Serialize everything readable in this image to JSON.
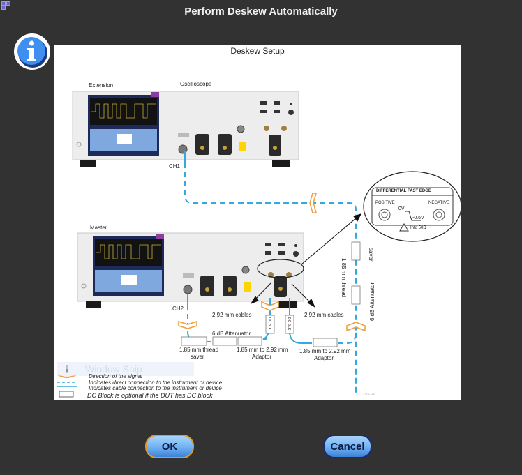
{
  "window": {
    "title": "Perform Deskew Automatically",
    "corner_icon": "window-control-glyph"
  },
  "info_icon": {
    "name": "info-icon",
    "glyph": "i",
    "color": "#3f8ff0"
  },
  "diagram": {
    "title": "Deskew Setup",
    "labels": {
      "extension": "Extension",
      "oscilloscope": "Oscilloscope",
      "master": "Master",
      "ch1": "CH1",
      "ch2": "CH2",
      "cables_left": "2.92 mm cables",
      "cables_right": "2.92 mm cables",
      "attenuator_bottom": "6 dB Attenuator",
      "thread_saver_bottom_1": "1.85 mm thread",
      "thread_saver_bottom_2": "saver",
      "adaptor_left_1": "1.85 mm to 2.92 mm",
      "adaptor_left_2": "Adaptor",
      "adaptor_right_1": "1.85 mm to 2.92 mm",
      "adaptor_right_2": "Adaptor",
      "thread_saver_vertical_1": "1.85 mm thread",
      "thread_saver_vertical_2": "saver",
      "attenuator_vertical": "6 dB Attenuator",
      "dc_blk": "DC BLK",
      "figure_id": "3774-114"
    },
    "callout": {
      "title": "DIFFERENTIAL FAST EDGE",
      "positive": "POSITIVE",
      "negative": "NEGATIVE",
      "level_high": "0V",
      "level_low": "-0.6V",
      "impedance": "Into 50Ω"
    },
    "legend": [
      {
        "icon": "signal-direction-icon",
        "text": "Direction of the signal"
      },
      {
        "icon": "dashed-line-icon",
        "text": "Indicates direct connection to the instrument or device"
      },
      {
        "icon": "solid-line-icon",
        "text": "Indicates cable connection to the instrument or device"
      },
      {
        "icon": "dc-block-icon",
        "text": "DC Block is optional if the DUT has DC block"
      }
    ],
    "overlay_text": "Window Snip",
    "colors": {
      "cable": "#35a8dc",
      "arrow": "#f0a040"
    }
  },
  "buttons": {
    "ok": "OK",
    "cancel": "Cancel"
  }
}
